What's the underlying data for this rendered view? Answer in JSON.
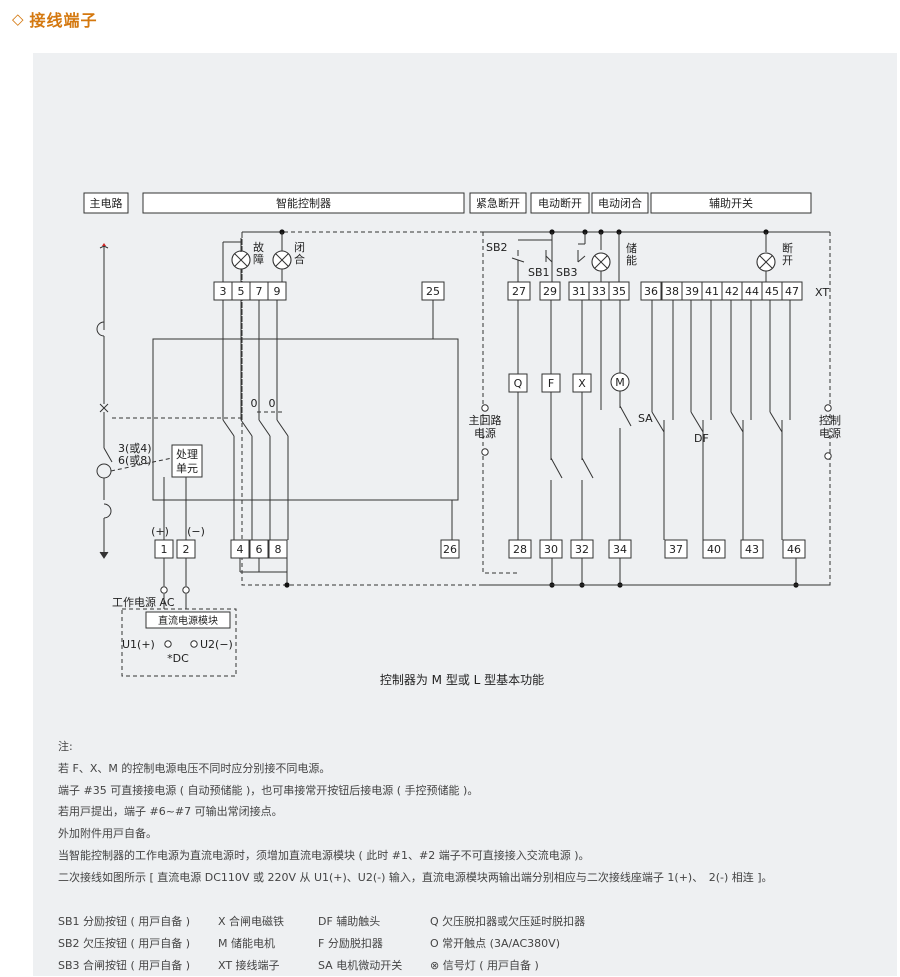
{
  "header": {
    "icon": "diamond-outline-icon",
    "title": "接线端子"
  },
  "diagram": {
    "top_labels": [
      "主电路",
      "智能控制器",
      "紧急断开",
      "电动断开",
      "电动闭合",
      "辅助开关"
    ],
    "lamp_labels": {
      "fault": "故\n障",
      "close": "闭\n合",
      "store": "储\n能",
      "open": "断\n开"
    },
    "top_terminals_ctrl": [
      "3",
      "5",
      "7",
      "9"
    ],
    "terminal_25": "25",
    "top_terminals_right": [
      "27",
      "29",
      "31",
      "33",
      "35",
      "36",
      "38",
      "39",
      "41",
      "42",
      "44",
      "45",
      "47"
    ],
    "xt": "XT",
    "switch_labels": {
      "sb2": "SB2",
      "sb1": "SB1",
      "sb3": "SB3"
    },
    "coils": [
      "Q",
      "F",
      "X",
      "M"
    ],
    "contact_labels": {
      "zero_a": "0",
      "zero_b": "0",
      "sa": "SA",
      "df": "DF"
    },
    "main_power": "主回路\n电源",
    "ctrl_power": "控制\n电源",
    "proc_unit": "处理\n单元",
    "ct_label": "3(或4)\n6(或8)",
    "polarity": {
      "plus": "(+)",
      "minus": "(−)"
    },
    "bottom_terminals_left": [
      "1",
      "2",
      "4",
      "6",
      "8",
      "26"
    ],
    "bottom_terminals_right": [
      "28",
      "30",
      "32",
      "34",
      "37",
      "40",
      "43",
      "46"
    ],
    "work_power": "工作电源 AC",
    "dc_module": "直流电源模块",
    "u1": "U1(+)",
    "u2": "U2(−)",
    "dc": "*DC",
    "caption": "控制器为 M 型或 L 型基本功能"
  },
  "notes": [
    "注:",
    "若 F、X、M 的控制电源电压不同时应分别接不同电源。",
    "端子 #35 可直接接电源 ( 自动预储能 )，也可串接常开按钮后接电源 ( 手控预储能 )。",
    "若用戸提出，端子 #6~#7 可输出常闭接点。",
    "外加附件用戸自备。",
    "当智能控制器的工作电源为直流电源时，须增加直流电源模块 ( 此时 #1、#2 端子不可直接接入交流电源 )。",
    "二次接线如图所示 [ 直流电源 DC110V 或 220V 从 U1(+)、U2(-) 输入，直流电源模块两输出端分别相应与二次接线座端子 1(+)、　2(-) 相连 ]。"
  ],
  "legend": [
    [
      "SB1 分励按钮 ( 用戸自备 )",
      "X 合闸电磁铁",
      "DF 辅助触头",
      "Q 欠压脱扣器或欠压延时脱扣器"
    ],
    [
      "SB2 欠压按钮 ( 用戸自备 )",
      "M 储能电机",
      "F 分励脱扣器",
      "O 常开触点 (3A/AC380V)"
    ],
    [
      "SB3 合闸按钮 ( 用戸自备 )",
      "XT 接线端子",
      "SA 电机微动开关",
      "⊗ 信号灯 ( 用戸自备 )"
    ]
  ]
}
